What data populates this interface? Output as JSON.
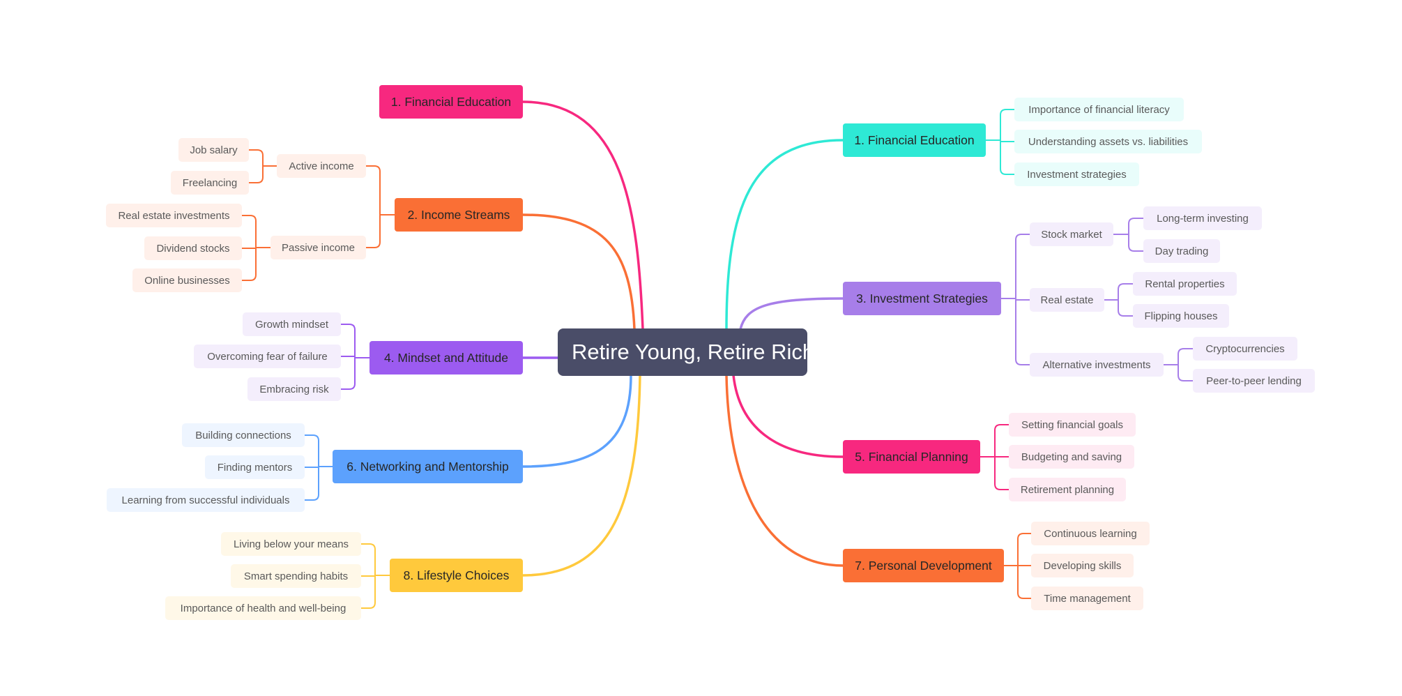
{
  "colors": {
    "root": "#4a4d68",
    "teal": "#2ee9d5",
    "purple": "#a77ee9",
    "violet": "#9c5bf0",
    "pink": "#f7287f",
    "orange": "#fa6f35",
    "blue": "#5ca1fd",
    "yellow": "#ffc93c",
    "teal_light": "#e9fdfb",
    "purple_light": "#f4eefc",
    "pink_light": "#feebf3",
    "orange_light": "#fff0ea",
    "blue_light": "#eef5ff",
    "yellow_light": "#fff8e8"
  },
  "root": {
    "label": "Retire Young, Retire Rich"
  },
  "branches": [
    {
      "label": "1. Financial Education",
      "color": "#f7287f",
      "children": []
    },
    {
      "label": "2. Income Streams",
      "color": "#fa6f35",
      "children": [
        {
          "label": "Active income",
          "children": [
            "Job salary",
            "Freelancing"
          ]
        },
        {
          "label": "Passive income",
          "children": [
            "Real estate investments",
            "Dividend stocks",
            "Online businesses"
          ]
        }
      ]
    },
    {
      "label": "4. Mindset and Attitude",
      "color": "#9c5bf0",
      "children": [
        "Growth mindset",
        "Overcoming fear of failure",
        "Embracing risk"
      ]
    },
    {
      "label": "6. Networking and Mentorship",
      "color": "#5ca1fd",
      "children": [
        "Building connections",
        "Finding mentors",
        "Learning from successful individuals"
      ]
    },
    {
      "label": "8. Lifestyle Choices",
      "color": "#ffc93c",
      "children": [
        "Living below your means",
        "Smart spending habits",
        "Importance of health and well-being"
      ]
    },
    {
      "label": "1. Financial Education",
      "color": "#2ee9d5",
      "children": [
        "Importance of financial literacy",
        "Understanding assets vs. liabilities",
        "Investment strategies"
      ]
    },
    {
      "label": "3. Investment Strategies",
      "color": "#a77ee9",
      "children": [
        {
          "label": "Stock market",
          "children": [
            "Long-term investing",
            "Day trading"
          ]
        },
        {
          "label": "Real estate",
          "children": [
            "Rental properties",
            "Flipping houses"
          ]
        },
        {
          "label": "Alternative investments",
          "children": [
            "Cryptocurrencies",
            "Peer-to-peer lending"
          ]
        }
      ]
    },
    {
      "label": "5. Financial Planning",
      "color": "#f7287f",
      "children": [
        "Setting financial goals",
        "Budgeting and saving",
        "Retirement planning"
      ]
    },
    {
      "label": "7. Personal Development",
      "color": "#fa6f35",
      "children": [
        "Continuous learning",
        "Developing skills",
        "Time management"
      ]
    }
  ]
}
